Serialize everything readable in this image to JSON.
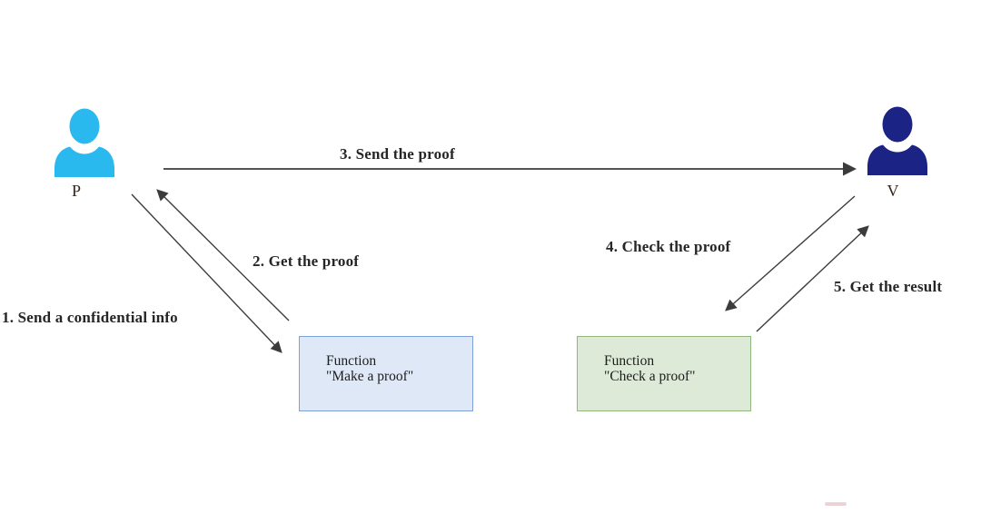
{
  "diagram": {
    "arrow_color": "#3c3c3c",
    "actors": {
      "prover": {
        "label": "P",
        "color": "#29b9ee"
      },
      "verifier": {
        "label": "V",
        "color": "#1b2385"
      }
    },
    "steps": {
      "step1": "1. Send a confidential info",
      "step2": "2. Get the proof",
      "step3": "3. Send the proof",
      "step4": "4. Check the proof",
      "step5": "5. Get the result"
    },
    "boxes": {
      "make_proof": {
        "line1": "Function",
        "line2": "\"Make a proof\"",
        "fill": "#dee8f6",
        "border": "#7e9fd8"
      },
      "check_proof": {
        "line1": "Function",
        "line2": "\"Check a proof\"",
        "fill": "#dcead7",
        "border": "#92b77c"
      }
    }
  }
}
